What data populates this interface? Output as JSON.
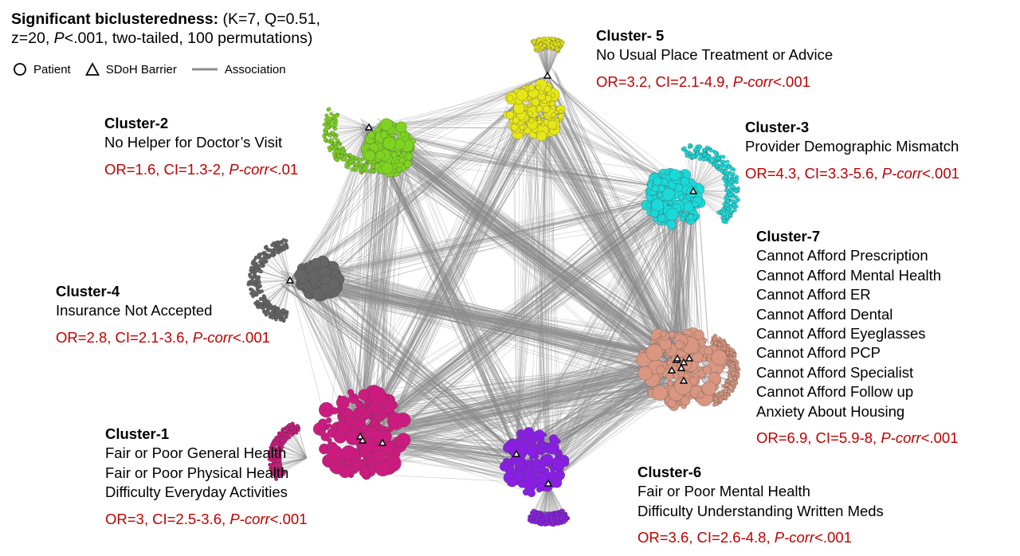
{
  "header": {
    "title_bold": "Significant biclusteredness:",
    "title_rest": " (K=7, Q=0.51,",
    "line2_a": "z=20, ",
    "line2_p": "P",
    "line2_b": "<.001, two-tailed, 100 permutations)"
  },
  "legend": {
    "patient": "Patient",
    "barrier": "SDoH Barrier",
    "association": "Association"
  },
  "colors": {
    "edge": "#8c8c8c",
    "stat_text": "#c00000",
    "cluster1": "#cc1b7f",
    "cluster2": "#7ed321",
    "cluster3": "#1ad9d9",
    "cluster4": "#666666",
    "cluster5": "#e6e619",
    "cluster6": "#8a1ee6",
    "cluster7": "#d99680"
  },
  "clusters": [
    {
      "id": "cluster-2",
      "name": "Cluster-2",
      "barriers": [
        "No Helper for Doctor’s Visit"
      ],
      "stat_prefix": "OR=1.6, CI=1.3-2, ",
      "stat_p": "P-corr",
      "stat_suffix": "<.01"
    },
    {
      "id": "cluster-5",
      "name": "Cluster- 5",
      "barriers": [
        "No Usual Place Treatment or Advice"
      ],
      "stat_prefix": "OR=3.2, CI=2.1-4.9, ",
      "stat_p": "P-corr",
      "stat_suffix": "<.001"
    },
    {
      "id": "cluster-3",
      "name": "Cluster-3",
      "barriers": [
        "Provider Demographic Mismatch"
      ],
      "stat_prefix": "OR=4.3, CI=3.3-5.6, ",
      "stat_p": "P-corr",
      "stat_suffix": "<.001"
    },
    {
      "id": "cluster-4",
      "name": "Cluster-4",
      "barriers": [
        "Insurance Not Accepted"
      ],
      "stat_prefix": "OR=2.8, CI=2.1-3.6, ",
      "stat_p": "P-corr",
      "stat_suffix": "<.001"
    },
    {
      "id": "cluster-7",
      "name": "Cluster-7",
      "barriers": [
        "Cannot Afford Prescription",
        "Cannot Afford Mental Health",
        "Cannot Afford ER",
        "Cannot Afford Dental",
        "Cannot Afford Eyeglasses",
        "Cannot Afford PCP",
        "Cannot Afford Specialist",
        "Cannot Afford Follow up",
        "Anxiety About Housing"
      ],
      "stat_prefix": "OR=6.9, CI=5.9-8, ",
      "stat_p": "P-corr",
      "stat_suffix": "<.001"
    },
    {
      "id": "cluster-1",
      "name": "Cluster-1",
      "barriers": [
        "Fair or Poor General Health",
        "Fair or Poor Physical Health",
        "Difficulty Everyday Activities"
      ],
      "stat_prefix": "OR=3, CI=2.5-3.6, ",
      "stat_p": "P-corr",
      "stat_suffix": "<.001"
    },
    {
      "id": "cluster-6",
      "name": "Cluster-6",
      "barriers": [
        "Fair or Poor Mental Health",
        "Difficulty Understanding Written Meds"
      ],
      "stat_prefix": "OR=3.6, CI=2.6-4.8, ",
      "stat_p": "P-corr",
      "stat_suffix": "<.001"
    }
  ]
}
